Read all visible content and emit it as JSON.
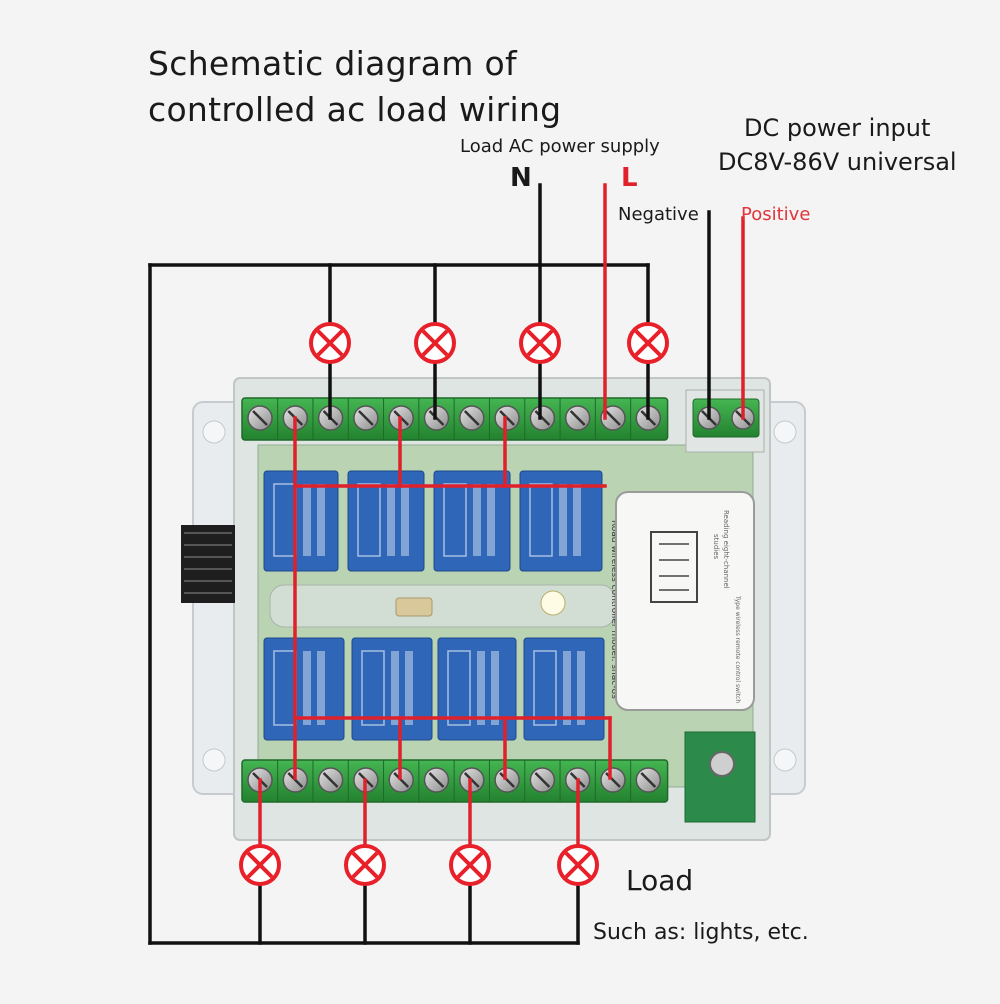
{
  "title": {
    "line1": "Schematic diagram of",
    "line2": "controlled ac load wiring"
  },
  "supply": {
    "label": "Load AC power supply",
    "neutral": "N",
    "live": "L"
  },
  "dc_input": {
    "line1": "DC power input",
    "line2": "DC8V-86V universal",
    "negative": "Negative",
    "positive": "Positive"
  },
  "load": {
    "label": "Load",
    "example": "Such as: lights, etc."
  },
  "module_label": {
    "line1": "Reading eight-channel",
    "line2": "studies",
    "line3": "Type wireless remote control switch"
  },
  "module_side_text": "Road wireless controller model: shac-8s",
  "colors": {
    "wire_black": "#111111",
    "wire_red": "#e0202a",
    "lamp": "#e8202a",
    "terminal_green": "#2f9e3c",
    "relay_blue": "#2f66b8",
    "pcb_green": "#2c8a4a"
  }
}
